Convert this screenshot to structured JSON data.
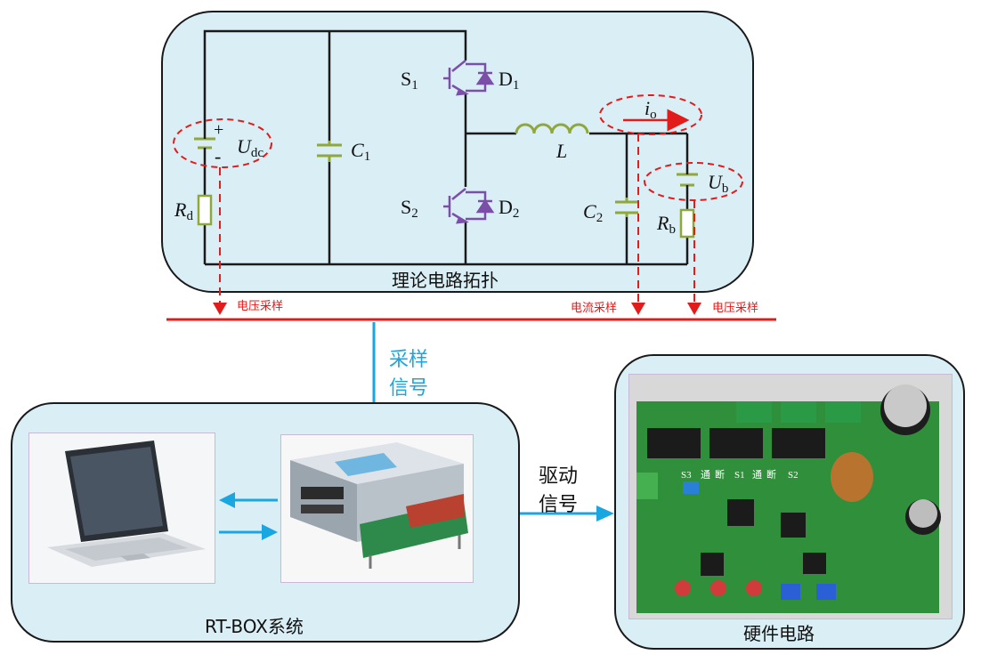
{
  "colors": {
    "panel_bg": "#d9eef5",
    "wire": "#1a1a1a",
    "component": "#8fa839",
    "switch": "#7b4fa8",
    "sampling": "#e21b1b",
    "signal": "#1aa6e0"
  },
  "circuit": {
    "title": "理论电路拓扑",
    "labels": {
      "udc_main": "U",
      "udc_sub": "dc",
      "rd_main": "R",
      "rd_sub": "d",
      "c1_main": "C",
      "c1_sub": "1",
      "s1_main": "S",
      "s1_sub": "1",
      "d1_main": "D",
      "d1_sub": "1",
      "s2_main": "S",
      "s2_sub": "2",
      "d2_main": "D",
      "d2_sub": "2",
      "l": "L",
      "io_main": "i",
      "io_sub": "o",
      "c2_main": "C",
      "c2_sub": "2",
      "ub_main": "U",
      "ub_sub": "b",
      "rb_main": "R",
      "rb_sub": "b",
      "plus": "+",
      "minus": "-"
    }
  },
  "sampling": {
    "voltage_left": "电压采样",
    "current": "电流采样",
    "voltage_right": "电压采样"
  },
  "signals": {
    "sampling_line1": "采样",
    "sampling_line2": "信号",
    "drive_line1": "驱动",
    "drive_line2": "信号"
  },
  "rtbox": {
    "title": "RT-BOX系统",
    "laptop_icon": "laptop-icon",
    "device_icon": "rtbox-device-icon"
  },
  "hardware": {
    "title": "硬件电路",
    "board_labels": [
      "S3",
      "通",
      "断",
      "S1",
      "通",
      "断",
      "S2"
    ]
  }
}
